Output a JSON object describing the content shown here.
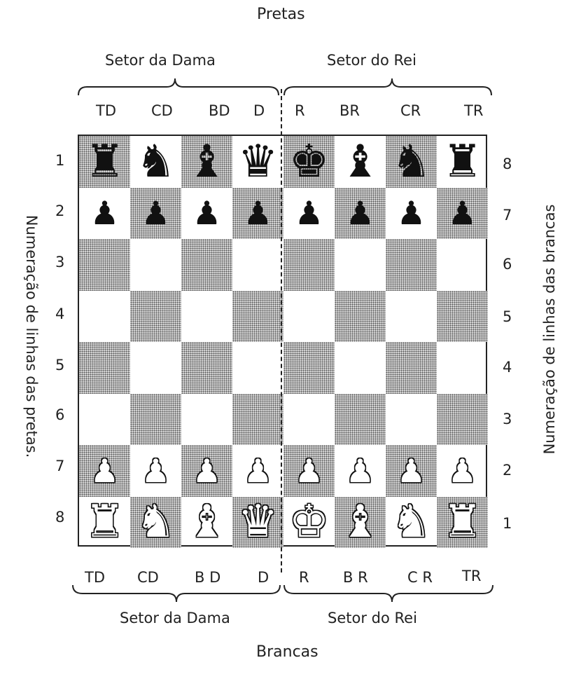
{
  "top_title": "Pretas",
  "bottom_title": "Brancas",
  "top_sectors": {
    "queen": "Setor da Dama",
    "king": "Setor do Rei"
  },
  "bottom_sectors": {
    "queen": "Setor da Dama",
    "king": "Setor do Rei"
  },
  "top_files": [
    "TD",
    "CD",
    "BD",
    "D",
    "R",
    "BR",
    "CR",
    "TR"
  ],
  "bottom_files": [
    "TD",
    "CD",
    "B D",
    "D",
    "R",
    "B R",
    "C R",
    "TR"
  ],
  "left_ranks": [
    "1",
    "2",
    "3",
    "4",
    "5",
    "6",
    "7",
    "8"
  ],
  "right_ranks": [
    "8",
    "7",
    "6",
    "5",
    "4",
    "3",
    "2",
    "1"
  ],
  "left_axis_label": "Numeração de linhas das pretas.",
  "right_axis_label": "Numeração de linhas das brancas",
  "board": {
    "rows": [
      [
        "black-rook",
        "black-knight",
        "black-bishop",
        "black-queen",
        "black-king",
        "black-bishop",
        "black-knight",
        "black-rook"
      ],
      [
        "black-pawn",
        "black-pawn",
        "black-pawn",
        "black-pawn",
        "black-pawn",
        "black-pawn",
        "black-pawn",
        "black-pawn"
      ],
      [
        "",
        "",
        "",
        "",
        "",
        "",
        "",
        ""
      ],
      [
        "",
        "",
        "",
        "",
        "",
        "",
        "",
        ""
      ],
      [
        "",
        "",
        "",
        "",
        "",
        "",
        "",
        ""
      ],
      [
        "",
        "",
        "",
        "",
        "",
        "",
        "",
        ""
      ],
      [
        "white-pawn",
        "white-pawn",
        "white-pawn",
        "white-pawn",
        "white-pawn",
        "white-pawn",
        "white-pawn",
        "white-pawn"
      ],
      [
        "white-rook",
        "white-knight",
        "white-bishop",
        "white-queen",
        "white-king",
        "white-bishop",
        "white-knight",
        "white-rook"
      ]
    ],
    "colors": {
      "dark_square": "#d6d6d6",
      "light_square": "#ffffff",
      "line": "#222222"
    }
  }
}
